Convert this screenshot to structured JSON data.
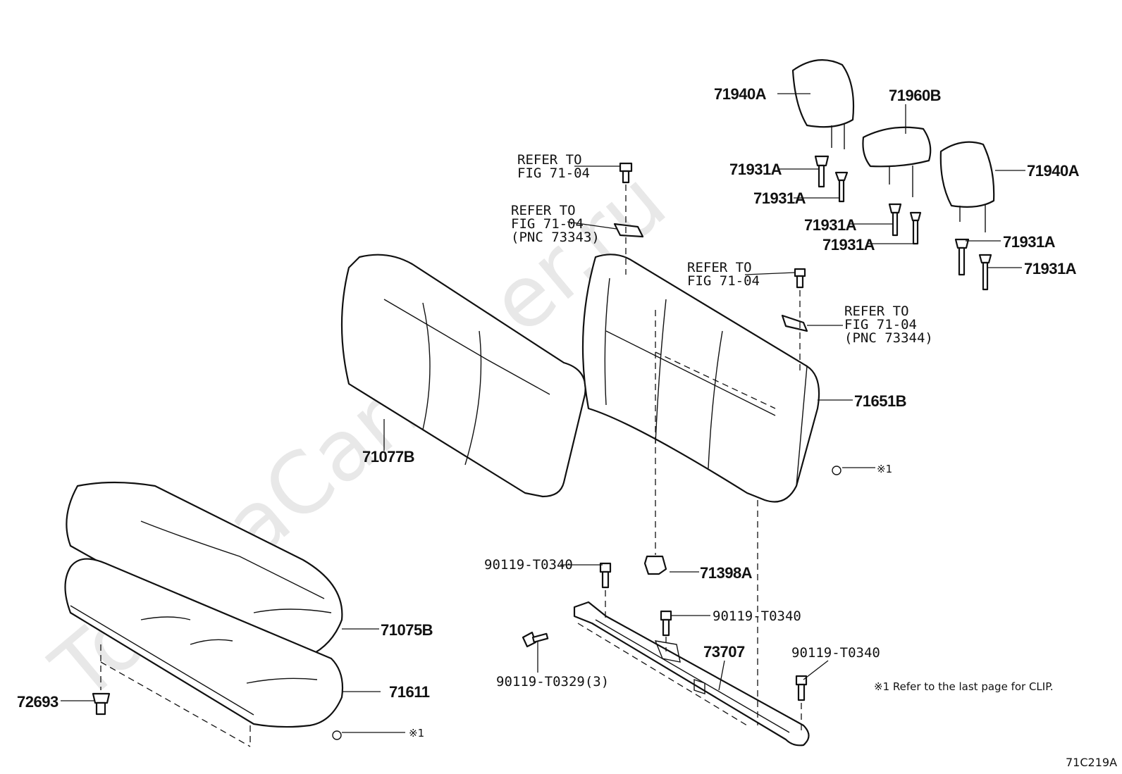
{
  "watermark": "ToyotaCarMiner.ru",
  "figure_code": "71C219A",
  "footnote": "※1  Refer to the last page for CLIP.",
  "labels": {
    "headrest_left": "71940A",
    "headrest_center": "71960B",
    "headrest_right": "71940A",
    "support_1": "71931A",
    "support_2": "71931A",
    "support_3": "71931A",
    "support_4": "71931A",
    "support_5": "71931A",
    "support_6": "71931A",
    "seatback_cover": "71077B",
    "seatback_frame": "71651B",
    "cushion_cover": "71075B",
    "cushion_pad": "71611",
    "clip_cushion": "72693",
    "hinge_clip": "71398A",
    "bracket": "73707",
    "bolt_1": "90119-T0340",
    "bolt_2": "90119-T0340",
    "bolt_3": "90119-T0340",
    "bolt_4": "90119-T0329(3)",
    "clip_note_1": "※1",
    "clip_note_2": "※1"
  },
  "refers": {
    "r1_line1": "REFER TO",
    "r1_line2": "FIG 71-04",
    "r2_line1": "REFER TO",
    "r2_line2": "FIG 71-04",
    "r2_line3": "(PNC 73343)",
    "r3_line1": "REFER TO",
    "r3_line2": "FIG 71-04",
    "r4_line1": "REFER TO",
    "r4_line2": "FIG 71-04",
    "r4_line3": "(PNC 73344)"
  }
}
